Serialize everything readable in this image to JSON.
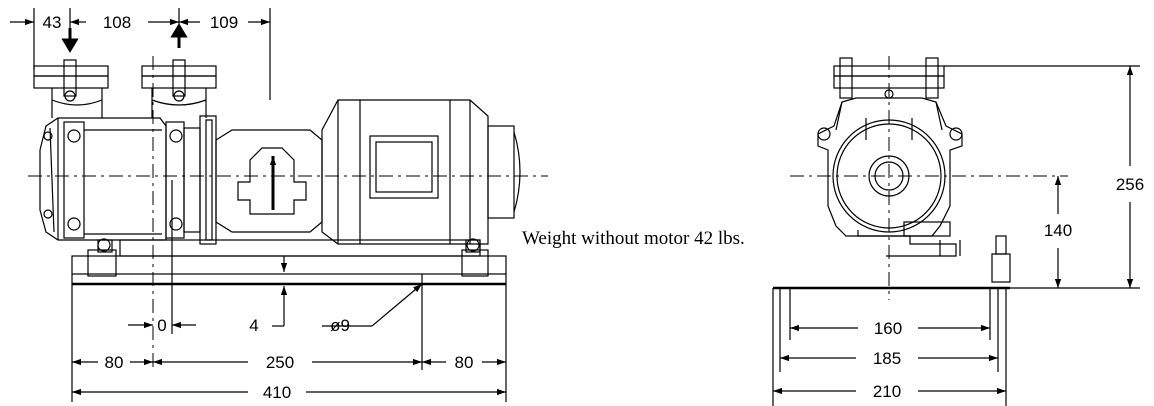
{
  "dimensions": {
    "inlet_offset": "43",
    "nozzle_spacing": "108",
    "outlet_to_center": "109",
    "offset_zero": "0",
    "base_gap": "4",
    "hole_dia": "ø9",
    "end_left": "80",
    "bolt_spacing": "250",
    "end_right": "80",
    "overall_length": "410",
    "height_total": "256",
    "shaft_height": "140",
    "foot_bolts": "160",
    "foot_width": "185",
    "base_width": "210"
  },
  "note": "Weight without motor 42 lbs."
}
